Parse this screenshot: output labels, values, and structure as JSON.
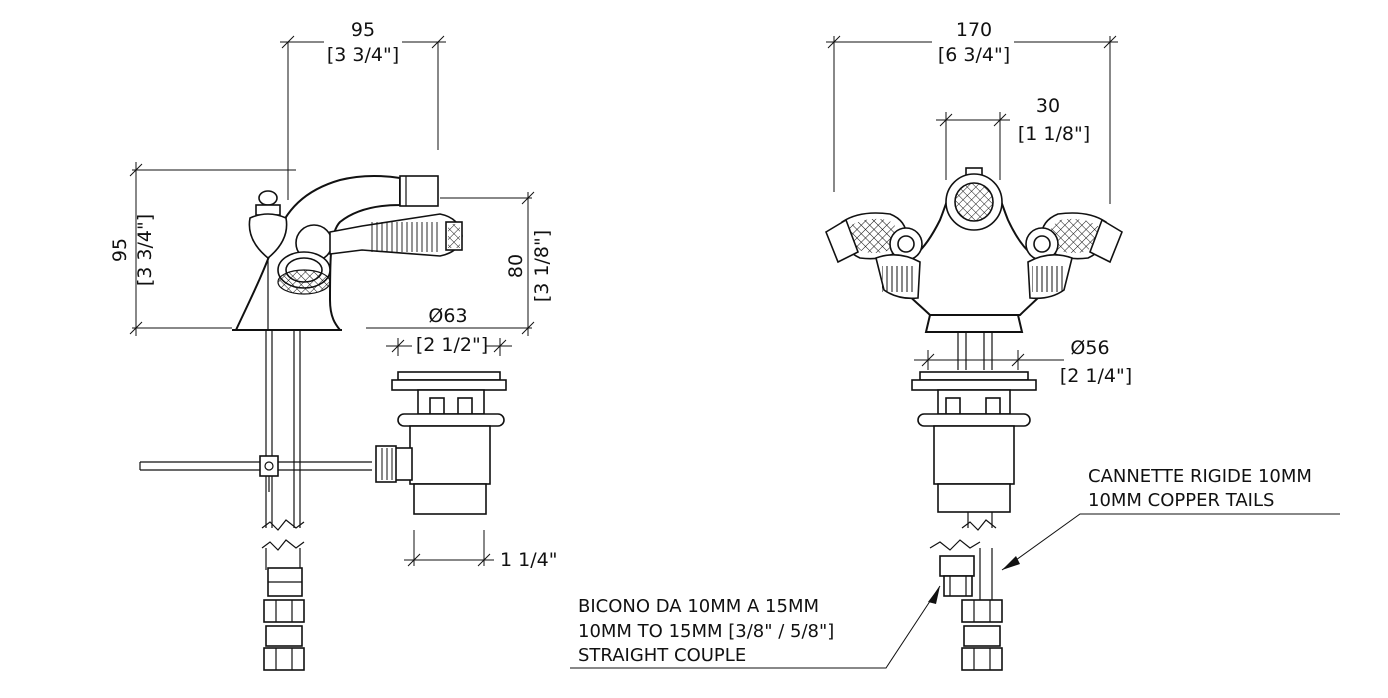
{
  "dimensions": {
    "side_width_mm": "95",
    "side_width_in": "[3 3/4\"]",
    "side_height_mm": "95",
    "side_height_in": "[3 3/4\"]",
    "spout_height_mm": "80",
    "spout_height_in": "[3 1/8\"]",
    "waste_dia_mm": "Ø63",
    "waste_dia_in": "[2 1/2\"]",
    "thread_size": "1 1/4\"",
    "front_width_mm": "170",
    "front_width_in": "[6 3/4\"]",
    "nozzle_mm": "30",
    "nozzle_in": "[1 1/8\"]",
    "base_dia_mm": "Ø56",
    "base_dia_in": "[2 1/4\"]"
  },
  "notes": {
    "tails_line1": "CANNETTE RIGIDE 10MM",
    "tails_line2": "10MM COPPER TAILS",
    "couple_line1": "BICONO DA 10MM A 15MM",
    "couple_line2": "10MM TO 15MM [3/8\" / 5/8\"]",
    "couple_line3": "STRAIGHT COUPLE"
  }
}
